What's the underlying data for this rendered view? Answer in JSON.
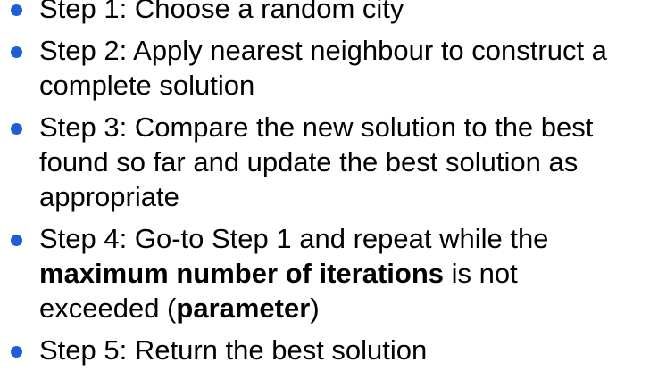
{
  "colors": {
    "bullet": "#1f5fd6",
    "text": "#000000"
  },
  "steps": [
    {
      "lines": [
        "Step 1: Choose a random city"
      ]
    },
    {
      "lines": [
        "Step 2: Apply nearest neighbour to construct a",
        "complete solution"
      ]
    },
    {
      "lines": [
        "Step 3: Compare the new solution to the best",
        "found so far and update the best solution as",
        "appropriate"
      ]
    },
    {
      "line1": "Step 4: Go-to Step 1 and repeat while the",
      "line2_bold": "maximum number of iterations",
      "line2_rest": " is not",
      "line3_pre": "exceeded (",
      "line3_bold": "parameter",
      "line3_post": ")"
    },
    {
      "lines": [
        "Step 5: Return the best solution"
      ]
    }
  ]
}
